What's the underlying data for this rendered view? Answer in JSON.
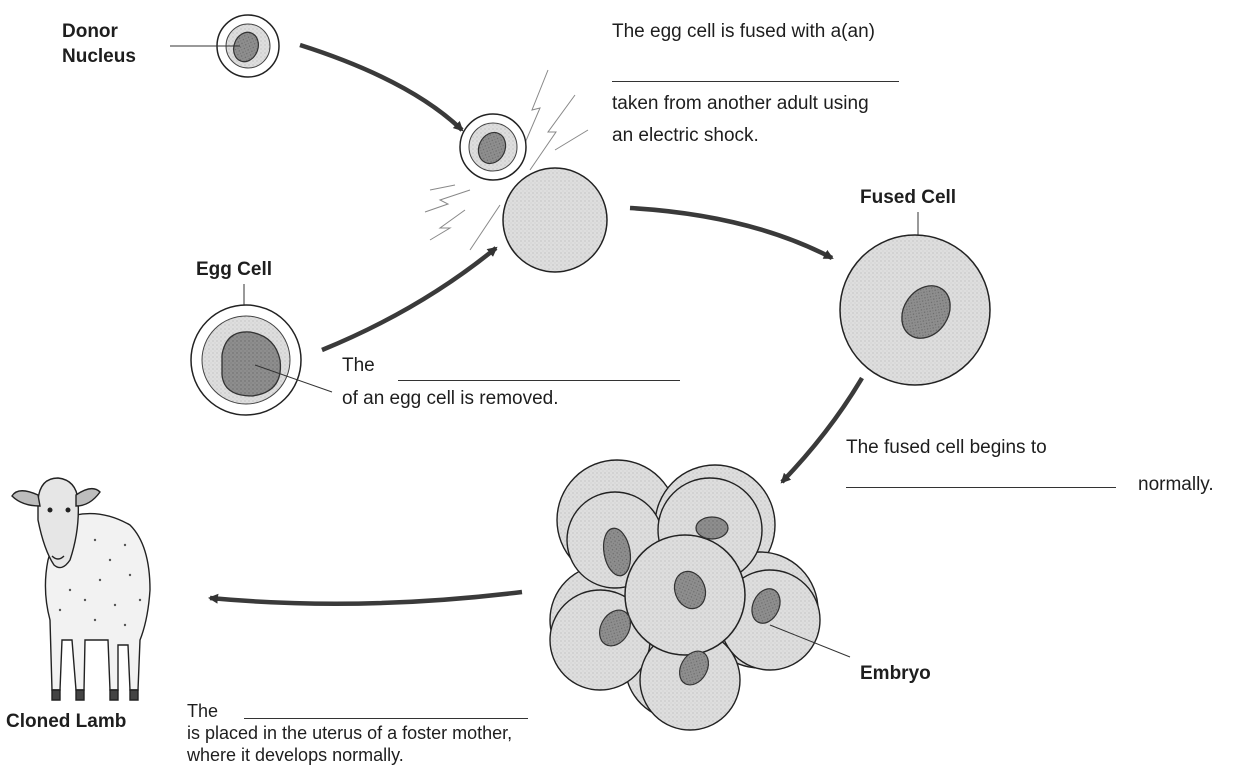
{
  "labels": {
    "donor_nucleus_line1": "Donor",
    "donor_nucleus_line2": "Nucleus",
    "egg_cell": "Egg Cell",
    "fused_cell": "Fused Cell",
    "embryo": "Embryo",
    "cloned_lamb": "Cloned Lamb"
  },
  "captions": {
    "fusion_line1": "The egg cell is fused with a(an)",
    "fusion_line2": "taken from another adult using",
    "fusion_line3": "an electric shock.",
    "removal_prefix": "The",
    "removal_line2": "of an egg cell is removed.",
    "divide_line1": "The fused cell begins to",
    "divide_suffix": "normally.",
    "implant_prefix": "The",
    "implant_line2": "is placed in the uterus of a foster mother,",
    "implant_line3": "where it develops normally."
  },
  "colors": {
    "cytoplasm": "#dadada",
    "nucleus": "#8a8a8a",
    "arrow": "#3a3a3a",
    "outline": "#222222"
  }
}
